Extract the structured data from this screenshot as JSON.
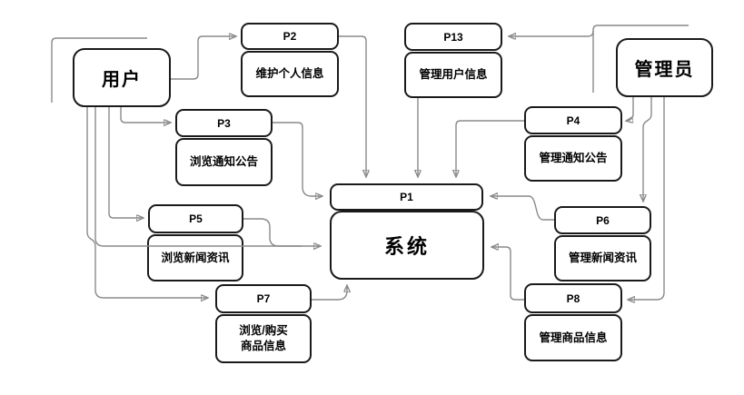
{
  "diagram_type": "system-data-flow-diagram",
  "colors": {
    "background": "#ffffff",
    "box_border": "#1a1a1a",
    "connector_line": "#8a8a8a",
    "text": "#000000"
  },
  "actors": {
    "user": {
      "label": "用户"
    },
    "admin": {
      "label": "管理员"
    }
  },
  "system": {
    "process_id": "P1",
    "name": "系统"
  },
  "processes": {
    "p2": {
      "id": "P2",
      "desc": "维护个人信息"
    },
    "p3": {
      "id": "P3",
      "desc": "浏览通知公告"
    },
    "p5": {
      "id": "P5",
      "desc": "浏览新闻资讯"
    },
    "p7": {
      "id": "P7",
      "desc_line1": "浏览/购买",
      "desc_line2": "商品信息"
    },
    "p13": {
      "id": "P13",
      "desc": "管理用户信息"
    },
    "p4": {
      "id": "P4",
      "desc": "管理通知公告"
    },
    "p6": {
      "id": "P6",
      "desc": "管理新闻资讯"
    },
    "p8": {
      "id": "P8",
      "desc": "管理商品信息"
    }
  },
  "connections": [
    {
      "from": "用户",
      "to": "P2"
    },
    {
      "from": "用户",
      "to": "P3"
    },
    {
      "from": "用户",
      "to": "P5"
    },
    {
      "from": "用户",
      "to": "P7"
    },
    {
      "from": "用户",
      "to": "系统"
    },
    {
      "from": "P2",
      "to": "P1"
    },
    {
      "from": "P13",
      "to": "P1"
    },
    {
      "from": "P4",
      "to": "P1"
    },
    {
      "from": "P3",
      "to": "P1"
    },
    {
      "from": "P5",
      "to": "系统"
    },
    {
      "from": "P6",
      "to": "P1"
    },
    {
      "from": "P7",
      "to": "系统"
    },
    {
      "from": "P8",
      "to": "系统"
    },
    {
      "from": "管理员",
      "to": "P13"
    },
    {
      "from": "管理员",
      "to": "P4"
    },
    {
      "from": "管理员",
      "to": "P6"
    },
    {
      "from": "管理员",
      "to": "P8"
    }
  ]
}
